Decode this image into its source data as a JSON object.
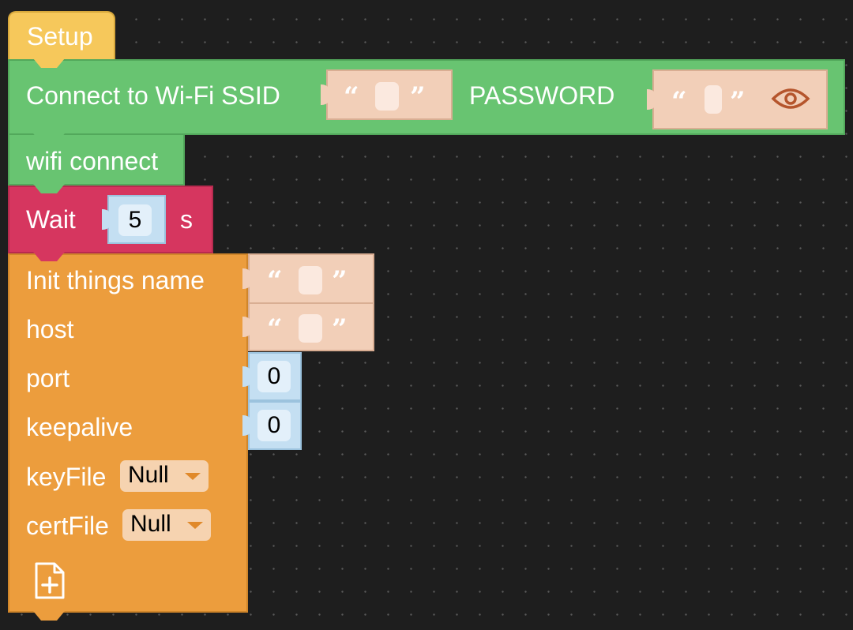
{
  "setup": {
    "label": "Setup"
  },
  "wifi": {
    "label_ssid": "Connect to Wi-Fi SSID",
    "ssid_value": "",
    "label_password": "PASSWORD",
    "password_value": "",
    "icon": "eye-icon"
  },
  "wifi_connect": {
    "label": "wifi connect"
  },
  "wait": {
    "label": "Wait",
    "value": "5",
    "unit": "s"
  },
  "init": {
    "label_name": "Init things name",
    "name_value": "",
    "label_host": "host",
    "host_value": "",
    "label_port": "port",
    "port_value": "0",
    "label_keepalive": "keepalive",
    "keepalive_value": "0",
    "label_keyfile": "keyFile",
    "keyfile_value": "Null",
    "label_certfile": "certFile",
    "certfile_value": "Null",
    "add_icon": "file-plus-icon"
  },
  "colors": {
    "setup": "#f6c85b",
    "wifi": "#68c471",
    "wait": "#d6365f",
    "init": "#ec9d3d",
    "text_plug": "#f2cfb8",
    "number_plug": "#c4dff2"
  }
}
